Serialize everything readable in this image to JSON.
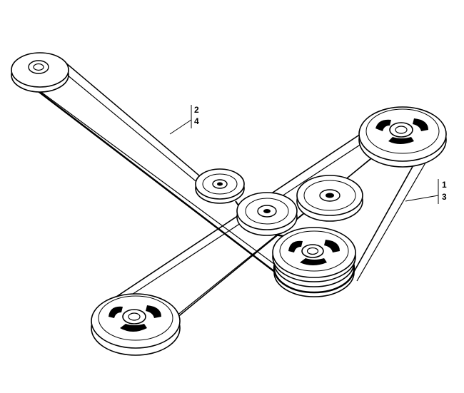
{
  "callouts": {
    "a": {
      "line1": "2",
      "line2": "4"
    },
    "b": {
      "line1": "1",
      "line2": "3"
    }
  },
  "parts": {
    "belts": [
      "long-belt",
      "short-belt"
    ],
    "pulleys": [
      "left-top-pulley",
      "right-top-pulley",
      "left-bottom-pulley",
      "center-drive-pulley",
      "idler-pulley-small",
      "idler-pulley-center",
      "idler-pulley-right"
    ]
  }
}
